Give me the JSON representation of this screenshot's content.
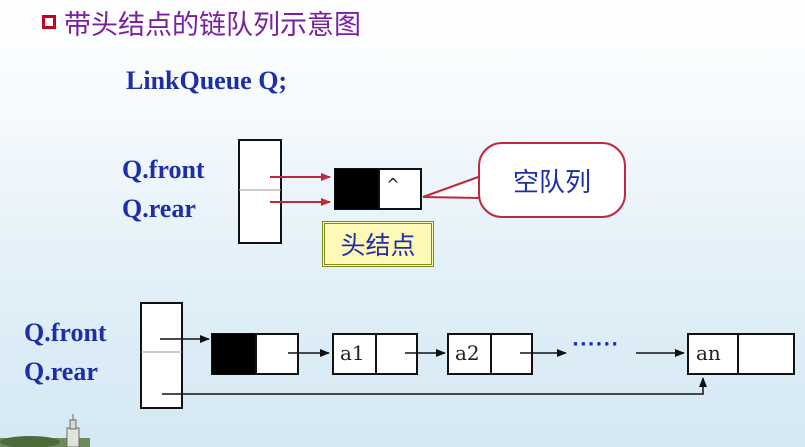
{
  "title": "带头结点的链队列示意图",
  "declaration": "LinkQueue  Q;",
  "top": {
    "front_label": "Q.front",
    "rear_label": "Q.rear",
    "null_symbol": "^",
    "head_node_label": "头结点",
    "callout_text": "空队列"
  },
  "bottom": {
    "front_label": "Q.front",
    "rear_label": "Q.rear",
    "nodes": [
      "a1",
      "a2",
      "an"
    ],
    "ellipsis": "······"
  },
  "colors": {
    "title": "#7a1fa2",
    "title_box_border": "#c8001e",
    "label_blue": "#1d2ea8",
    "pointer_red": "#c0283e",
    "head_label_fill": "#fff9b8"
  }
}
